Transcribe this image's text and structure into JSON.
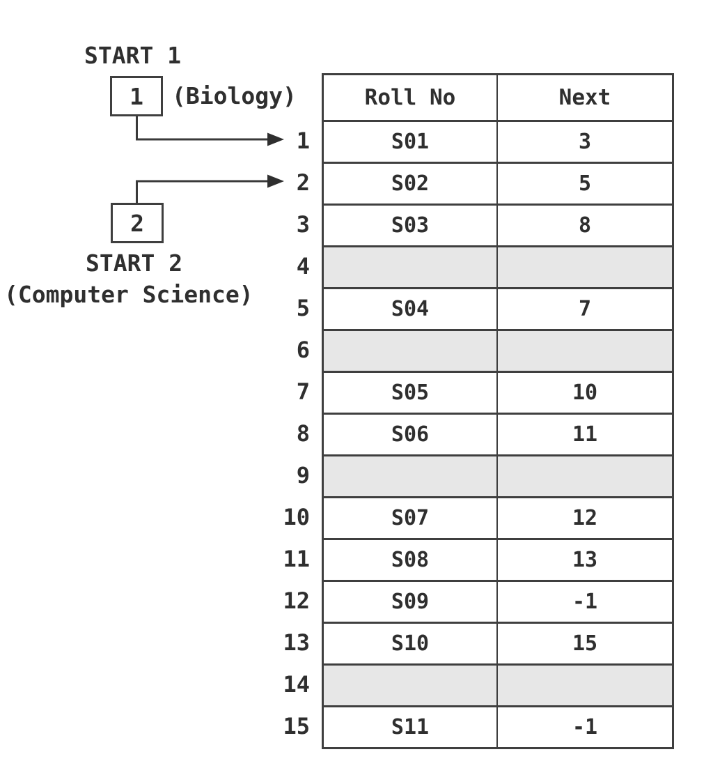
{
  "diagram": {
    "start1": {
      "label": "START 1",
      "value": "1",
      "annotation": "(Biology)",
      "points_to_index": "1"
    },
    "start2": {
      "label": "START 2",
      "value": "2",
      "annotation": "(Computer Science)",
      "points_to_index": "2"
    }
  },
  "table": {
    "headers": [
      "Roll No",
      "Next"
    ],
    "rows": [
      {
        "index": "1",
        "roll": "S01",
        "next": "3",
        "empty": false
      },
      {
        "index": "2",
        "roll": "S02",
        "next": "5",
        "empty": false
      },
      {
        "index": "3",
        "roll": "S03",
        "next": "8",
        "empty": false
      },
      {
        "index": "4",
        "roll": "",
        "next": "",
        "empty": true
      },
      {
        "index": "5",
        "roll": "S04",
        "next": "7",
        "empty": false
      },
      {
        "index": "6",
        "roll": "",
        "next": "",
        "empty": true
      },
      {
        "index": "7",
        "roll": "S05",
        "next": "10",
        "empty": false
      },
      {
        "index": "8",
        "roll": "S06",
        "next": "11",
        "empty": false
      },
      {
        "index": "9",
        "roll": "",
        "next": "",
        "empty": true
      },
      {
        "index": "10",
        "roll": "S07",
        "next": "12",
        "empty": false
      },
      {
        "index": "11",
        "roll": "S08",
        "next": "13",
        "empty": false
      },
      {
        "index": "12",
        "roll": "S09",
        "next": "-1",
        "empty": false
      },
      {
        "index": "13",
        "roll": "S10",
        "next": "15",
        "empty": false
      },
      {
        "index": "14",
        "roll": "",
        "next": "",
        "empty": true
      },
      {
        "index": "15",
        "roll": "S11",
        "next": "-1",
        "empty": false
      }
    ]
  },
  "colors": {
    "border": "#3f3f3f",
    "text": "#2f2f2f",
    "empty_row_background": "#e7e7e7",
    "background": "#ffffff"
  }
}
